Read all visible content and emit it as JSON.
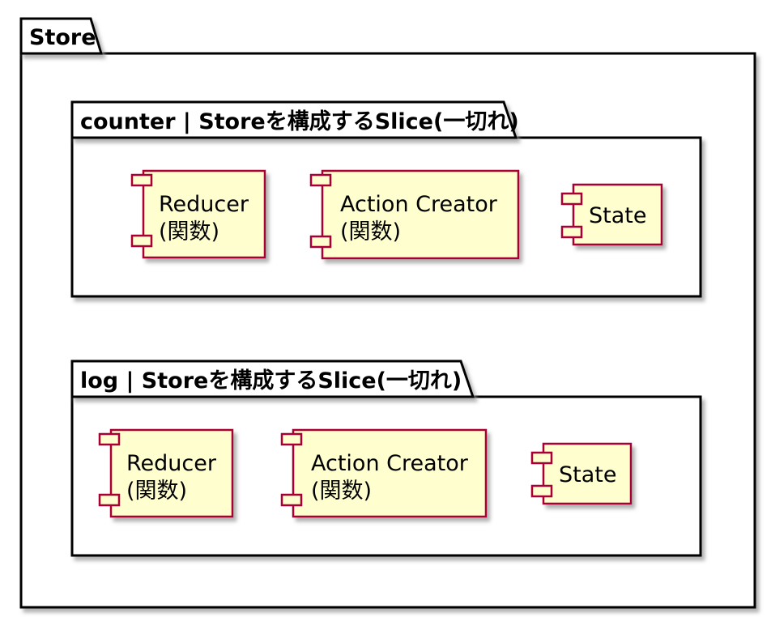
{
  "package": {
    "title": "Store",
    "slices": [
      {
        "title": "counter | Storeを構成するSlice(一切れ)",
        "components": [
          {
            "label": "Reducer",
            "sublabel": "(関数)"
          },
          {
            "label": "Action Creator",
            "sublabel": "(関数)"
          },
          {
            "label": "State"
          }
        ]
      },
      {
        "title": "log | Storeを構成するSlice(一切れ)",
        "components": [
          {
            "label": "Reducer",
            "sublabel": "(関数)"
          },
          {
            "label": "Action Creator",
            "sublabel": "(関数)"
          },
          {
            "label": "State"
          }
        ]
      }
    ]
  },
  "colors": {
    "component_fill": "#FEFECE",
    "component_border": "#A80036",
    "package_border": "#000000",
    "background": "#FFFFFF",
    "text": "#000000"
  }
}
